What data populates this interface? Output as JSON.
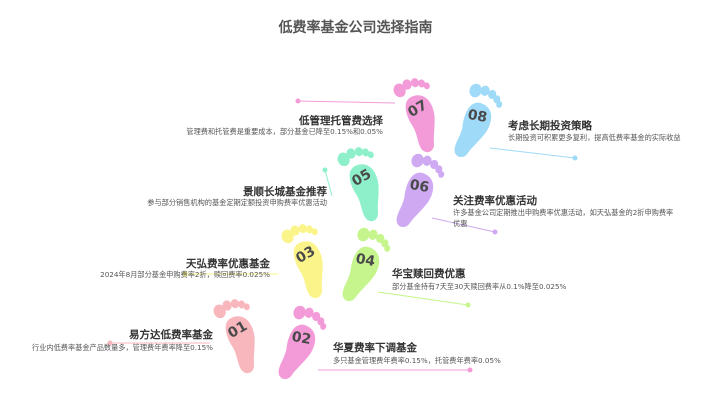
{
  "title": "低费率基金公司选择指南",
  "colors": {
    "pink": "#f8b6bd",
    "purple": "#f39bd8",
    "yellow": "#fbf48a",
    "lime": "#c6f58e",
    "mint": "#8ef0cb",
    "violet": "#cfa9f2",
    "magenta": "#f39bd8",
    "sky": "#9fdaf8"
  },
  "items": [
    {
      "num": "01",
      "title": "易方达低费率基金",
      "desc": "行业内低费率基金产品数量多，管理费年费率降至0.15%"
    },
    {
      "num": "02",
      "title": "华夏费率下调基金",
      "desc": "多只基金管理费年费率0.15%，托管费年费率0.05%"
    },
    {
      "num": "03",
      "title": "天弘费率优惠基金",
      "desc": "2024年8月部分基金申购费率2折，赎回费率0.025%"
    },
    {
      "num": "04",
      "title": "华宝赎回费优惠",
      "desc": "部分基金持有7天至30天赎回费率从0.1%降至0.025%"
    },
    {
      "num": "05",
      "title": "景顺长城基金推荐",
      "desc": "参与部分销售机构的基金定期定额投资申购费率优惠活动"
    },
    {
      "num": "06",
      "title": "关注费率优惠活动",
      "desc": "许多基金公司定期推出申购费率优惠活动，如天弘基金的2折申购费率优惠"
    },
    {
      "num": "07",
      "title": "低管理托管费选择",
      "desc": "管理费和托管费是重要成本，部分基金已降至0.15%和0.05%"
    },
    {
      "num": "08",
      "title": "考虑长期投资策略",
      "desc": "长期投资可积累更多复利，提高低费率基金的实际收益"
    }
  ]
}
